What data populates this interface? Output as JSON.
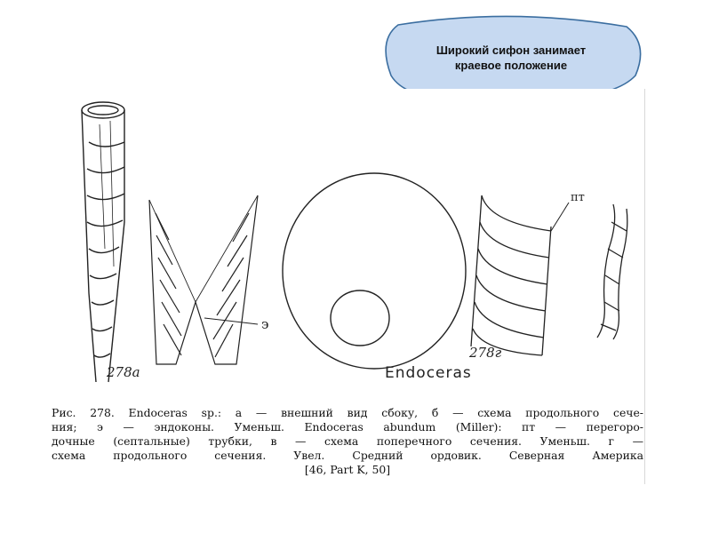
{
  "callout": {
    "text_line1": "Широкий сифон занимает",
    "text_line2": "краевое положение",
    "fill_color": "#c6d9f1",
    "stroke_color": "#3b6ea0",
    "arrow_color": "#e02020"
  },
  "figure": {
    "label_a": "278а",
    "label_g": "278г",
    "label_e": "э",
    "label_pt": "пт",
    "endoceras_label": "Endoceras"
  },
  "caption": {
    "line1": "Рис. 278. Endoceras sp.: а — внешний вид сбоку, б — схема продольного сече-",
    "line2": "ния; э — эндоконы. Уменьш. Endoceras abundum (Miller): пт — перегоро-",
    "line3": "дочные (септальные) трубки, в — схема поперечного сечения. Уменьш. г —",
    "line4": "схема продольного сечения. Увел. Средний ордовик. Северная Америка",
    "line5": "[46, Part K, 50]"
  }
}
